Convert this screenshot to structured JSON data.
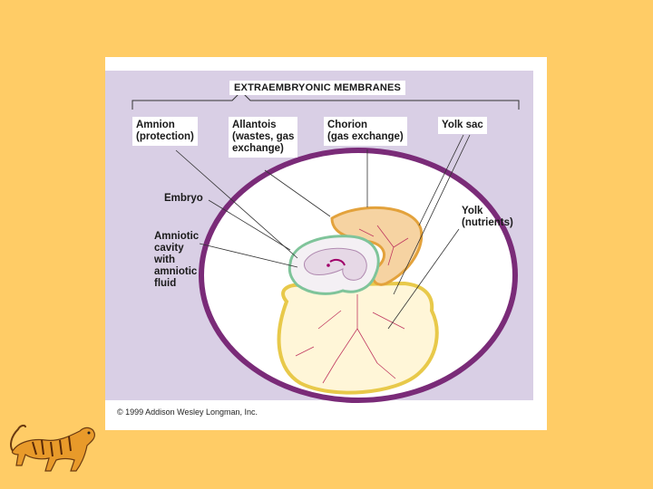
{
  "diagram": {
    "title": "EXTRAEMBRYONIC MEMBRANES",
    "labels": {
      "amnion": "Amnion\n(protection)",
      "allantois": "Allantois\n(wastes, gas\nexchange)",
      "chorion": "Chorion\n(gas exchange)",
      "yolk_sac": "Yolk sac",
      "embryo": "Embryo",
      "amniotic_cavity": "Amniotic\ncavity\nwith\namniotic\nfluid",
      "yolk": "Yolk\n(nutrients)"
    },
    "copyright": "© 1999 Addison Wesley Longman, Inc."
  },
  "colors": {
    "background": "#ffcc66",
    "panel": "#d9cfe5",
    "shell": "#7a2b78",
    "yolk_membrane": "#e8c94a",
    "allantois": "#e3a23c",
    "amnion": "#7fc49a",
    "embryo": "#e6d8e6",
    "vessels": "#c03860"
  },
  "decorations": {
    "corner_logo": "tiger-icon"
  }
}
